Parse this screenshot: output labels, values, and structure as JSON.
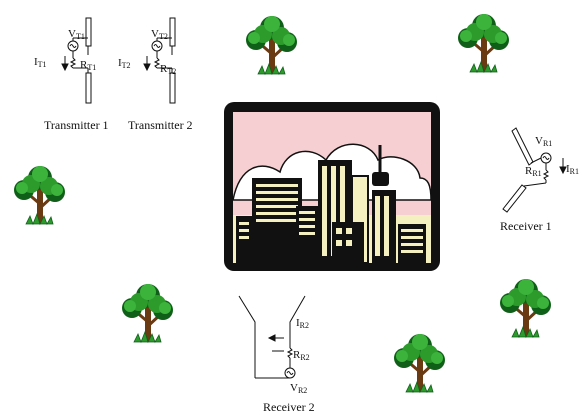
{
  "labels": {
    "transmitter1": "Transmitter 1",
    "transmitter2": "Transmitter 2",
    "receiver1": "Receiver 1",
    "receiver2": "Receiver 2"
  },
  "symbols": {
    "t1": {
      "v_main": "V",
      "v_sub": "T1",
      "i_main": "I",
      "i_sub": "T1",
      "r_main": "R",
      "r_sub": "T1"
    },
    "t2": {
      "v_main": "V",
      "v_sub": "T2",
      "i_main": "I",
      "i_sub": "T2",
      "r_main": "R",
      "r_sub": "T2"
    },
    "r1": {
      "v_main": "V",
      "v_sub": "R1",
      "i_main": "I",
      "i_sub": "R1",
      "r_main": "R",
      "r_sub": "R1"
    },
    "r2": {
      "v_main": "V",
      "v_sub": "R2",
      "i_main": "I",
      "i_sub": "R2",
      "r_main": "R",
      "r_sub": "R2"
    }
  },
  "colors": {
    "sky": "#f6cfd3",
    "frame": "#111111",
    "building_light": "#f5f0bf",
    "tree_leaf": "#2c9b2c",
    "tree_leaf_dark": "#0f5f18",
    "tree_trunk": "#6a3a12"
  },
  "icons": [
    "city-skyline-icon",
    "tree-icon",
    "antenna-icon",
    "voltage-source-icon",
    "resistor-icon",
    "current-arrow-icon"
  ]
}
